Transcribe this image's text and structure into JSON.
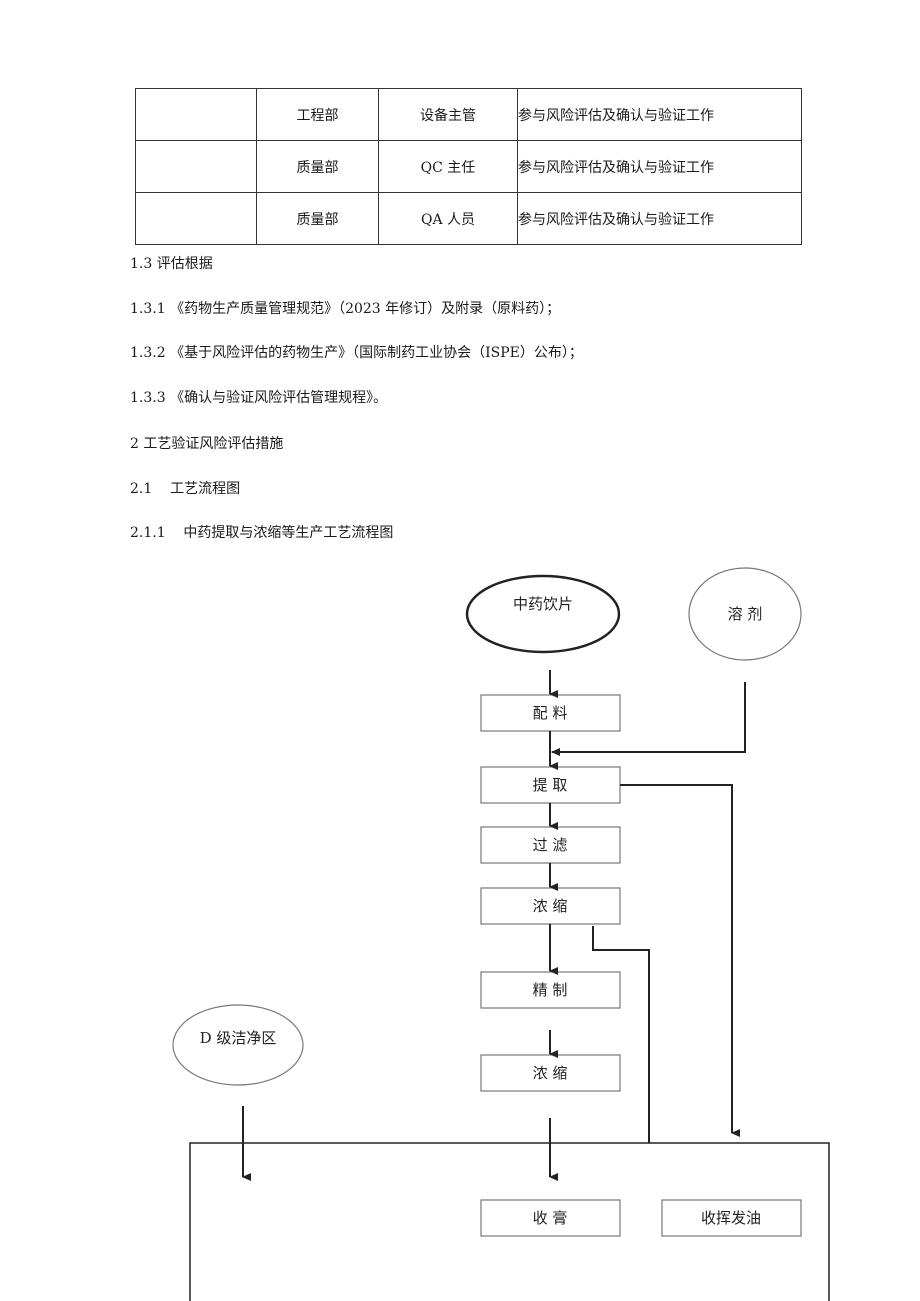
{
  "table": {
    "rows": [
      {
        "col0": "",
        "dept": "工程部",
        "role": "设备主管",
        "duty": "参与风险评估及确认与验证工作"
      },
      {
        "col0": "",
        "dept": "质量部",
        "role": "QC 主任",
        "duty": "参与风险评估及确认与验证工作"
      },
      {
        "col0": "",
        "dept": "质量部",
        "role": "QA 人员",
        "duty": "参与风险评估及确认与验证工作"
      }
    ]
  },
  "sections": {
    "s1_3": "1.3 评估根据",
    "s1_3_1": "1.3.1 《药物生产质量管理规范》（2023 年修订）及附录（原料药）；",
    "s1_3_2": "1.3.2 《基于风险评估的药物生产》（国际制药工业协会（ISPE）公布）；",
    "s1_3_3": "1.3.3 《确认与验证风险评估管理规程》。",
    "s2": "2 工艺验证风险评估措施",
    "s2_1": "2.1    工艺流程图",
    "s2_1_1": "2.1.1    中药提取与浓缩等生产工艺流程图"
  },
  "flowchart": {
    "herbal_pieces": "中药饮片",
    "solvent": "溶  剂",
    "compounding": "配    料",
    "extraction": "提    取",
    "filtration": "过    滤",
    "concentration_1": "浓    缩",
    "refining": "精    制",
    "concentration_2": "浓    缩",
    "clean_zone_d": "D 级洁净区",
    "paste_collection": "收    膏",
    "volatile_oil_collection": "收挥发油"
  }
}
